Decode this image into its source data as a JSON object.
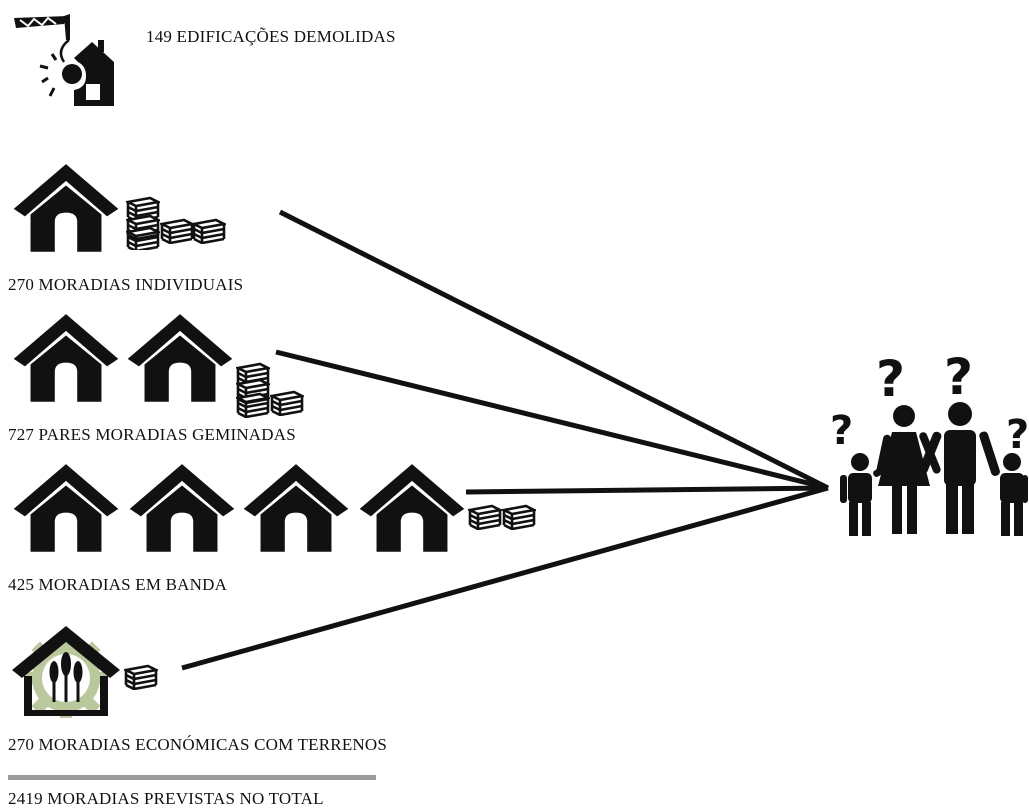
{
  "demolished": {
    "label": "149 EDIFICAÇÕES DEMOLIDAS"
  },
  "categories": [
    {
      "label": "270 MORADIAS INDIVIDUAIS"
    },
    {
      "label": "727 PARES MORADIAS GEMINADAS"
    },
    {
      "label": "425 MORADIAS EM BANDA"
    },
    {
      "label": "270 MORADIAS ECONÓMICAS COM TERRENOS"
    }
  ],
  "total": {
    "label": "2419 MORADIAS PREVISTAS NO TOTAL"
  },
  "colors": {
    "ink": "#111111",
    "rule": "#9a9a9a",
    "gear": "#b9c99c"
  }
}
